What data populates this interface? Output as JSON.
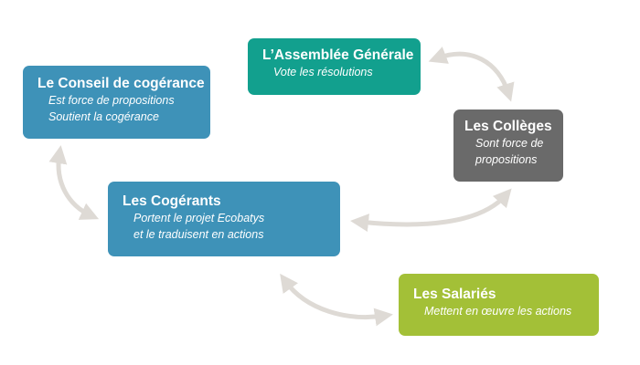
{
  "colors": {
    "assemblee": "#12a08e",
    "conseil": "#3e92b8",
    "colleges": "#6a6a6a",
    "cogerants": "#3e92b8",
    "salaries": "#a3c037",
    "arrow": "#dedad5"
  },
  "assemblee": {
    "title": "L’Assemblée Générale",
    "lines": [
      "Vote les résolutions"
    ]
  },
  "conseil": {
    "title": "Le Conseil de cogérance",
    "lines": [
      "Est force de propositions",
      "Soutient la cogérance"
    ]
  },
  "colleges": {
    "title": "Les Collèges",
    "lines": [
      "Sont force de",
      "propositions"
    ]
  },
  "cogerants": {
    "title": "Les Cogérants",
    "lines": [
      "Portent le projet Ecobatys",
      "et le traduisent en actions"
    ]
  },
  "salaries": {
    "title": "Les Salariés",
    "lines": [
      "Mettent en œuvre les actions"
    ]
  },
  "connectors": [
    {
      "from": "assemblee",
      "to": "colleges",
      "style": "double-arrow"
    },
    {
      "from": "colleges",
      "to": "cogerants",
      "style": "double-arrow"
    },
    {
      "from": "conseil",
      "to": "cogerants",
      "style": "double-arrow"
    },
    {
      "from": "cogerants",
      "to": "salaries",
      "style": "double-arrow"
    }
  ]
}
